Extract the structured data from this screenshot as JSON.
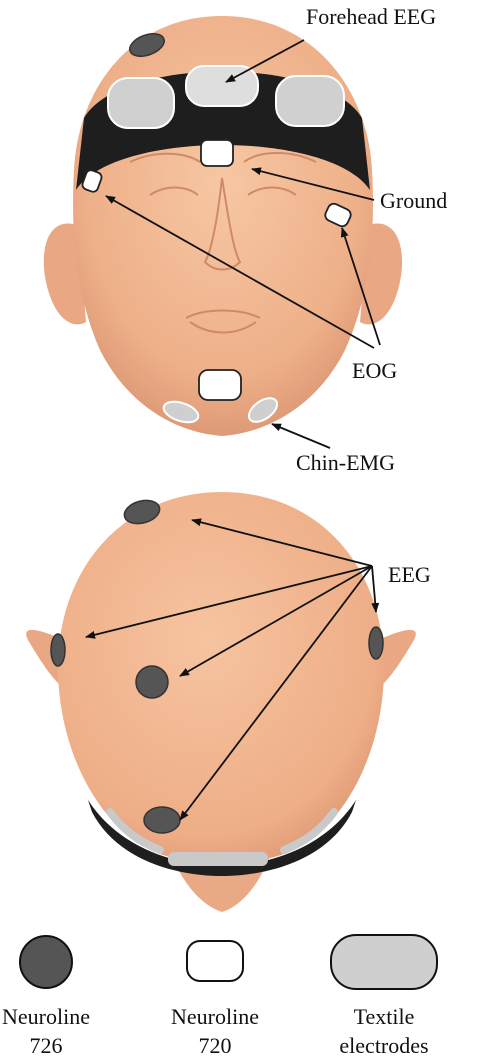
{
  "labels": {
    "forehead_eeg": "Forehead EEG",
    "ground": "Ground",
    "eog": "EOG",
    "chin_emg": "Chin-EMG",
    "eeg": "EEG"
  },
  "legend": [
    {
      "line1": "Neuroline",
      "line2": "726"
    },
    {
      "line1": "Neuroline",
      "line2": "720"
    },
    {
      "line1": "Textile",
      "line2": "electrodes"
    }
  ],
  "colors": {
    "skin": "#f0b48e",
    "skin_shadow": "#d98e69",
    "band": "#1e1e1e",
    "dark_electrode": "#555555",
    "white_electrode": "#ffffff",
    "textile_electrode": "#cfcfcf"
  }
}
